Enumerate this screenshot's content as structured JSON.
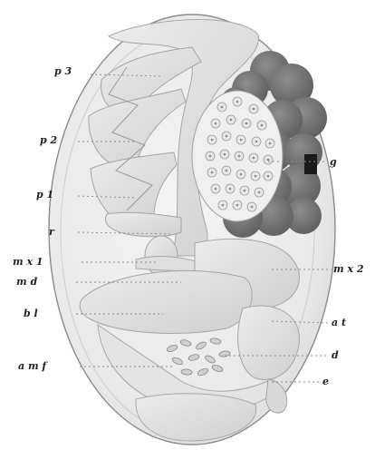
{
  "figure": {
    "labels": {
      "p3": "p 3",
      "p2": "p 2",
      "p1": "p 1",
      "r": "r",
      "mx1": "m x 1",
      "md": "m d",
      "bl": "b l",
      "amf": "a m f",
      "g": "g",
      "mx2": "m x 2",
      "at": "a t",
      "d": "d",
      "e": "e"
    }
  },
  "colors": {
    "egg_fill": "#eeeeee",
    "egg_outline": "#8c8c8c",
    "limb_fill": "#e2e2e2",
    "limb_shade": "#c9c9c9",
    "yolk_dark": "#6b6b6b",
    "yolk_mid": "#858585",
    "cell_fill": "#ececec",
    "label_ink": "#222222"
  }
}
